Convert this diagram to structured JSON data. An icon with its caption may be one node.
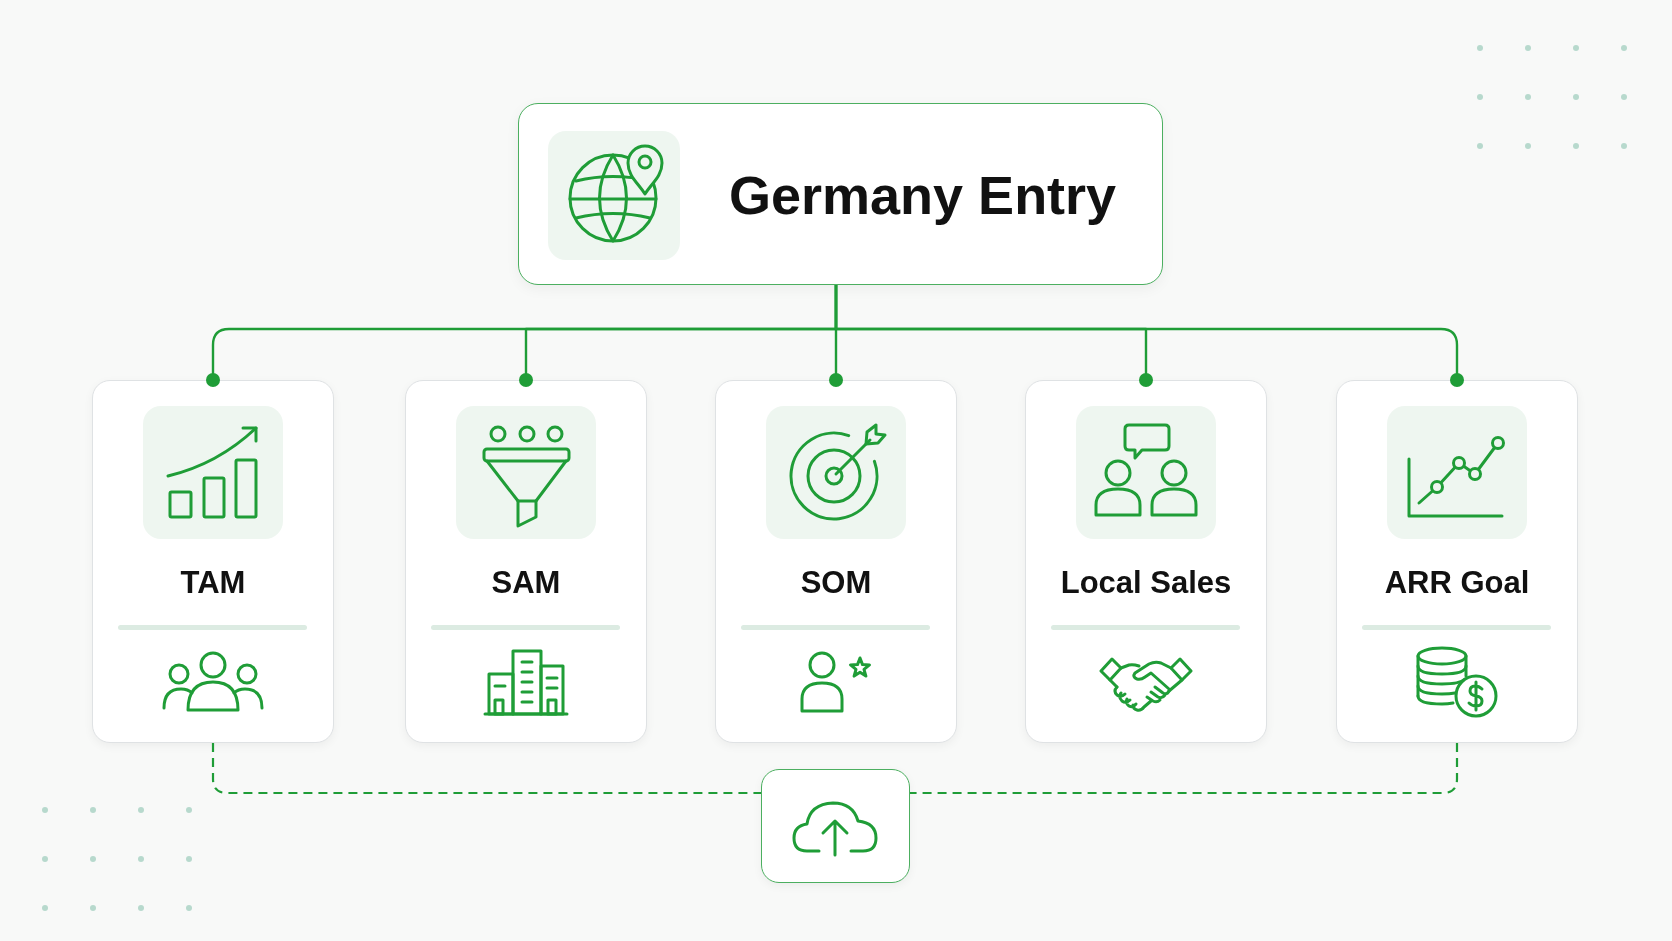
{
  "diagram": {
    "nodes": [
      {
        "text": [
          "Germany Entry"
        ]
      },
      {
        "text": [
          "TAM"
        ]
      },
      {
        "text": [
          "SAM"
        ]
      },
      {
        "text": [
          "SOM"
        ]
      },
      {
        "text": [
          "Local Sales"
        ]
      },
      {
        "text": [
          "ARR Goal"
        ]
      },
      {
        "text": [],
        "shape": "box"
      }
    ],
    "edges": [
      {
        "from": 0,
        "to": 1,
        "arrow": "other"
      },
      {
        "from": 0,
        "to": 2,
        "arrow": "other"
      },
      {
        "from": 0,
        "to": 3,
        "arrow": "other"
      },
      {
        "from": 0,
        "to": 4,
        "arrow": "other"
      },
      {
        "from": 0,
        "to": 5,
        "arrow": "other"
      },
      {
        "from": 1,
        "to": 6,
        "arrow": "none",
        "style": "dashed"
      },
      {
        "from": 5,
        "to": 6,
        "arrow": "none",
        "style": "dashed"
      }
    ]
  }
}
